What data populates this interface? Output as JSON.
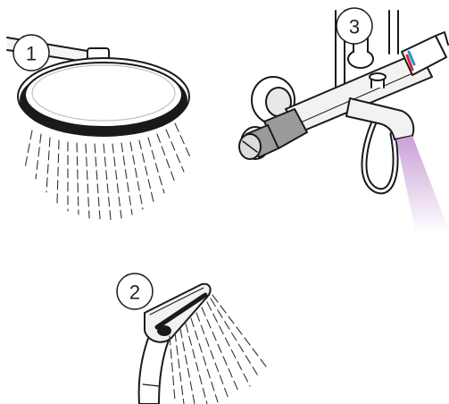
{
  "callouts": [
    {
      "number": "1",
      "item": "overhead-shower"
    },
    {
      "number": "2",
      "item": "hand-shower"
    },
    {
      "number": "3",
      "item": "thermostatic-mixer"
    }
  ],
  "colors": {
    "line": "#1a1a1a",
    "chrome": "#eeeeee",
    "handle": "#9a9a9a",
    "water_flow": "#c79bd6",
    "hot_mark": "#e0282a",
    "cold_mark": "#2a8fe0"
  }
}
